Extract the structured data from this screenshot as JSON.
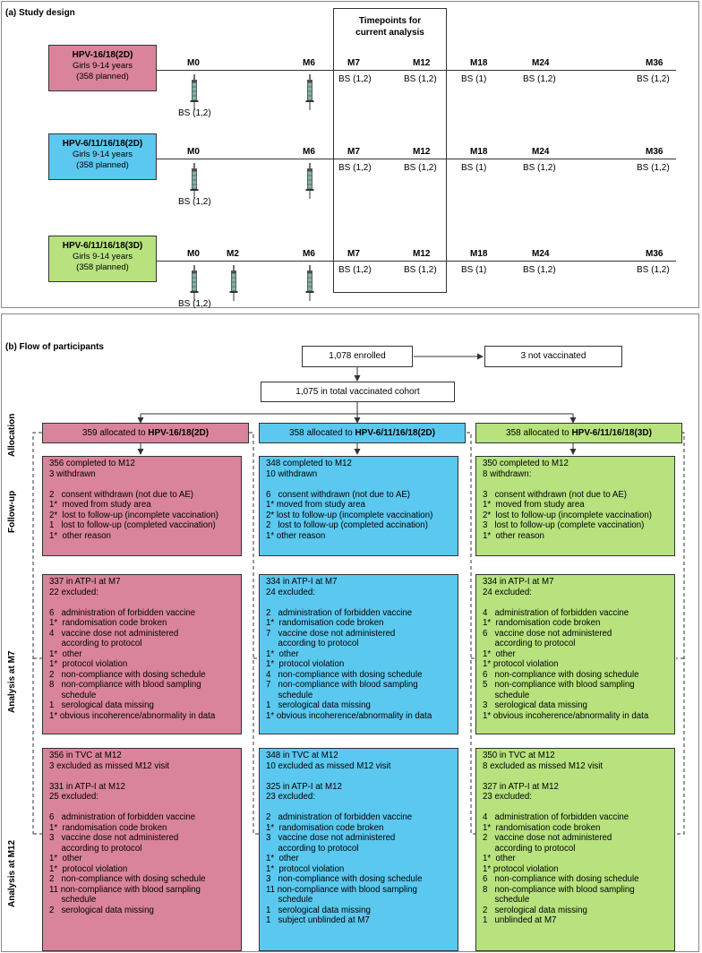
{
  "panel_a": {
    "title": "(a) Study design",
    "timepoints_box": "Timepoints for\ncurrent analysis",
    "arms": [
      {
        "name": "HPV-16/18(2D)",
        "line2": "Girls 9-14 years",
        "line3": "(358 planned)",
        "color": "#d9849a",
        "doses": [
          "M0",
          "M6"
        ],
        "dose_bs": [
          "BS (1,2)",
          ""
        ]
      },
      {
        "name": "HPV-6/11/16/18(2D)",
        "line2": "Girls 9-14 years",
        "line3": "(358 planned)",
        "color": "#5bc8ef",
        "doses": [
          "M0",
          "M6"
        ],
        "dose_bs": [
          "BS (1,2)",
          ""
        ]
      },
      {
        "name": "HPV-6/11/16/18(3D)",
        "line2": "Girls 9-14 years",
        "line3": "(358 planned)",
        "color": "#b7e27e",
        "doses": [
          "M0",
          "M2",
          "M6"
        ],
        "dose_bs": [
          "BS (1,2)",
          "",
          ""
        ]
      }
    ],
    "visits": [
      {
        "label": "M7",
        "bs": "BS (1,2)"
      },
      {
        "label": "M12",
        "bs": "BS (1,2)"
      },
      {
        "label": "M18",
        "bs": "BS (1)"
      },
      {
        "label": "M24",
        "bs": "BS (1,2)"
      },
      {
        "label": "M36",
        "bs": "BS (1,2)"
      }
    ]
  },
  "panel_b": {
    "title": "(b) Flow of participants",
    "enrolled": "1,078 enrolled",
    "not_vaccinated": "3 not vaccinated",
    "tvc": "1,075 in total vaccinated cohort",
    "row_labels": [
      "Allocation",
      "Follow-up",
      "Analysis at M7",
      "Analysis at M12"
    ],
    "arms": [
      {
        "alloc_prefix": "359 allocated to ",
        "alloc_name": "HPV-16/18(2D)",
        "color": "#d9849a",
        "followup": [
          "356 completed to M12",
          "3 withdrawn",
          "",
          "2   consent withdrawn (not due to AE)",
          "1*  moved from study area",
          "2*  lost to follow-up (incomplete vaccination)",
          "1   lost to follow-up (completed vaccination)",
          "1*  other reason"
        ],
        "m7": [
          "337 in ATP-I at M7",
          "22 excluded:",
          "",
          "6   administration of forbidden vaccine",
          "1*  randomisation code broken",
          "4   vaccine dose not administered",
          "     according to protocol",
          "1*  other",
          "1*  protocol violation",
          "2   non-compliance with dosing schedule",
          "8   non-compliance with blood sampling",
          "     schedule",
          "1   serological data missing",
          "1* obvious incoherence/abnormality in data"
        ],
        "m12": [
          "356 in TVC at M12",
          "3 excluded as missed M12 visit",
          "",
          "331 in ATP-I at M12",
          "25 excluded:",
          "",
          "6   administration of forbidden vaccine",
          "1*  randomisation code broken",
          "3   vaccine dose not administered",
          "     according to protocol",
          "1*  other",
          "1*  protocol violation",
          "2   non-compliance with dosing schedule",
          "11 non-compliance with blood sampling",
          "     schedule",
          "2   serological data missing"
        ]
      },
      {
        "alloc_prefix": "358 allocated to ",
        "alloc_name": "HPV-6/11/16/18(2D)",
        "color": "#5bc8ef",
        "followup": [
          "348 completed to M12",
          "10 withdrawn",
          "",
          "6   consent withdrawn (not due to AE)",
          "1* moved from study area",
          "2* lost to follow-up (incomplete vaccination)",
          "2   lost to follow-up (completed accination)",
          "1* other reason"
        ],
        "m7": [
          "334 in ATP-I at M7",
          "24 excluded:",
          "",
          "2   administration of forbidden vaccine",
          "1*  randomisation code broken",
          "7   vaccine dose not administered",
          "     according to protocol",
          "1*  other",
          "1*  protocol violation",
          "4   non-compliance with dosing schedule",
          "7   non-compliance with blood sampling",
          "     schedule",
          "1   serological data missing",
          "1* obvious incoherence/abnormality in data"
        ],
        "m12": [
          "348 in TVC at M12",
          "10 excluded as missed M12 visit",
          "",
          "325 in ATP-I at M12",
          "23 excluded:",
          "",
          "2   administration of forbidden vaccine",
          "1*  randomisation code broken",
          "3   vaccine dose not administered",
          "     according to protocol",
          "1*  other",
          "1*  protocol violation",
          "3   non-compliance with dosing schedule",
          "11 non-compliance with blood sampling",
          "     schedule",
          "1   serological data missing",
          "1   subject unblinded at M7"
        ]
      },
      {
        "alloc_prefix": "358 allocated to ",
        "alloc_name": "HPV-6/11/16/18(3D)",
        "color": "#b7e27e",
        "followup": [
          "350 completed to M12",
          "8 withdrawn:",
          "",
          "3   consent withdrawn (not due to AE)",
          "1*  moved from study area",
          "2*  lost to follow-up (incomplete vaccination)",
          "3   lost to follow-up (complete vaccination)",
          "1*  other reason"
        ],
        "m7": [
          "334 in ATP-I at M7",
          "24 excluded:",
          "",
          "4   administration of forbidden vaccine",
          "1*  randomisation code broken",
          "6   vaccine dose not administered",
          "     according to protocol",
          "1*  other",
          "1* protocol violation",
          "6   non-compliance with dosing schedule",
          "5   non-compliance with blood sampling",
          "     schedule",
          "3   serological data missing",
          "1* obvious incoherence/abnormality in data"
        ],
        "m12": [
          "350 in TVC at M12",
          "8 excluded as missed M12 visit",
          "",
          "327 in ATP-I at M12",
          "23 excluded:",
          "",
          "4   administration of forbidden vaccine",
          "1*  randomisation code broken",
          "2   vaccine dose not administered",
          "     according to protocol",
          "1*  other",
          "1* protocol violation",
          "6   non-compliance with dosing schedule",
          "8   non-compliance with blood sampling",
          "     schedule",
          "2   serological data missing",
          "1   unblinded at M7"
        ]
      }
    ]
  }
}
